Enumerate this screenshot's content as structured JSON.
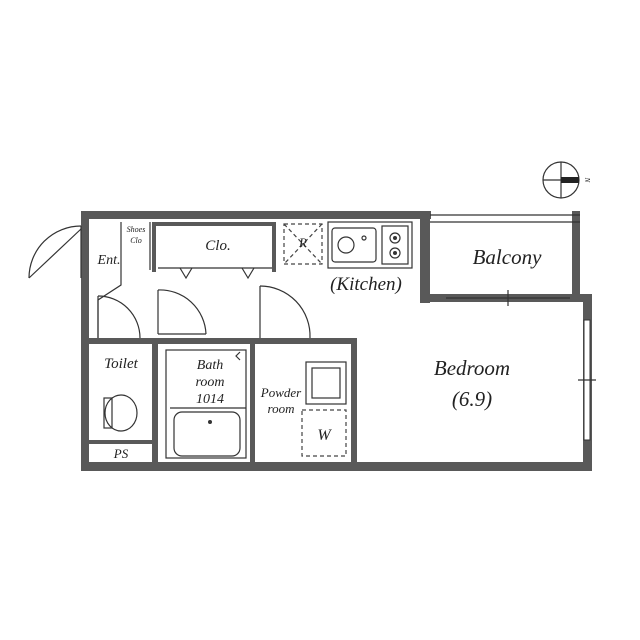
{
  "floorplan": {
    "rooms": {
      "entrance": "Ent.",
      "shoes_closet_line1": "Shoes",
      "shoes_closet_line2": "Clo",
      "closet": "Clo.",
      "refrigerator": "R",
      "kitchen": "(Kitchen)",
      "balcony": "Balcony",
      "bedroom": "Bedroom",
      "bedroom_size": "(6.9)",
      "toilet": "Toilet",
      "bath_line1": "Bath",
      "bath_line2": "room",
      "bath_line3": "1014",
      "powder_line1": "Powder",
      "powder_line2": "room",
      "washer": "W",
      "pipe_space": "PS"
    },
    "compass": {
      "label": "N"
    }
  }
}
